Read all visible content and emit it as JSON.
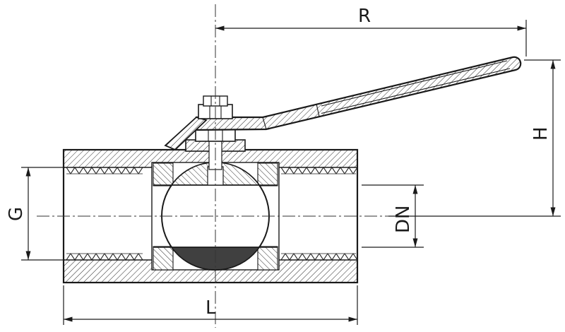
{
  "labels": {
    "r": "R",
    "h": "H",
    "g": "G",
    "dn": "DN",
    "l": "L"
  },
  "colors": {
    "line": "#1a1a1a",
    "background": "#ffffff",
    "hatch": "#2b2b2b",
    "ball_section_dark": "#404040"
  }
}
